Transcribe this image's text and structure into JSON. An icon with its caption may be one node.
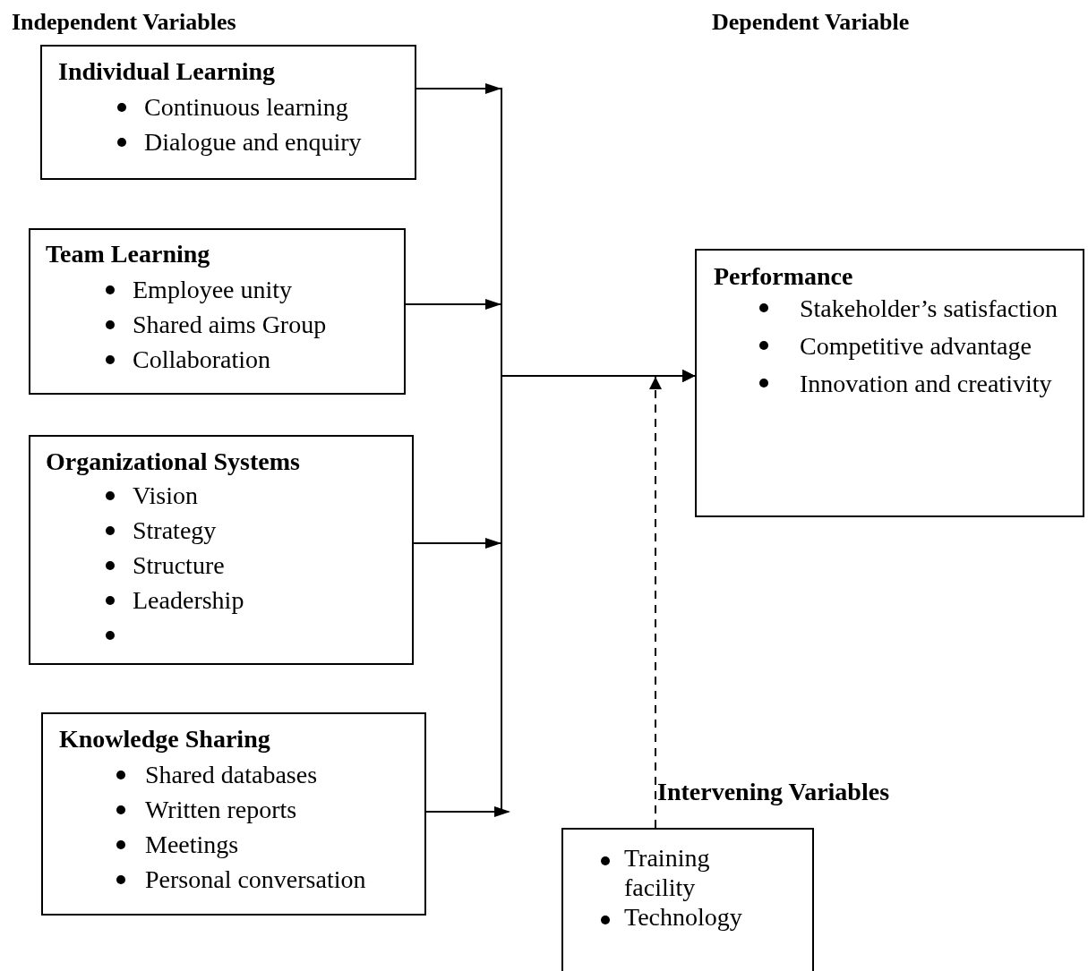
{
  "diagram": {
    "nodes": [
      {
        "text": [
          "Individual Learning",
          "Continuous learning",
          "Dialogue and enquiry"
        ]
      },
      {
        "text": [
          "Team Learning",
          "Employee unity",
          "Shared aims Group",
          "Collaboration"
        ]
      },
      {
        "text": [
          "Organizational Systems",
          "Vision",
          "Strategy",
          "Structure",
          "Leadership"
        ]
      },
      {
        "text": [
          "Knowledge Sharing",
          "Shared databases",
          "Written reports",
          "Meetings",
          "Personal conversation"
        ]
      },
      {
        "text": [
          "Performance",
          "Stakeholder’s satisfaction",
          "Competitive advantage",
          "Innovation and creativity"
        ]
      },
      {
        "text": [
          "Intervening Variables",
          "Training facility",
          "Technology"
        ]
      }
    ],
    "edges": [
      {
        "from": 0,
        "to": 4,
        "arrow": "to"
      },
      {
        "from": 1,
        "to": 4,
        "arrow": "to"
      },
      {
        "from": 2,
        "to": 4,
        "arrow": "to"
      },
      {
        "from": 3,
        "to": 4,
        "arrow": "to"
      },
      {
        "from": 5,
        "to": null,
        "arrow": "to",
        "style": "dashed"
      }
    ],
    "labels": [
      "Independent Variables",
      "Dependent Variable"
    ]
  }
}
